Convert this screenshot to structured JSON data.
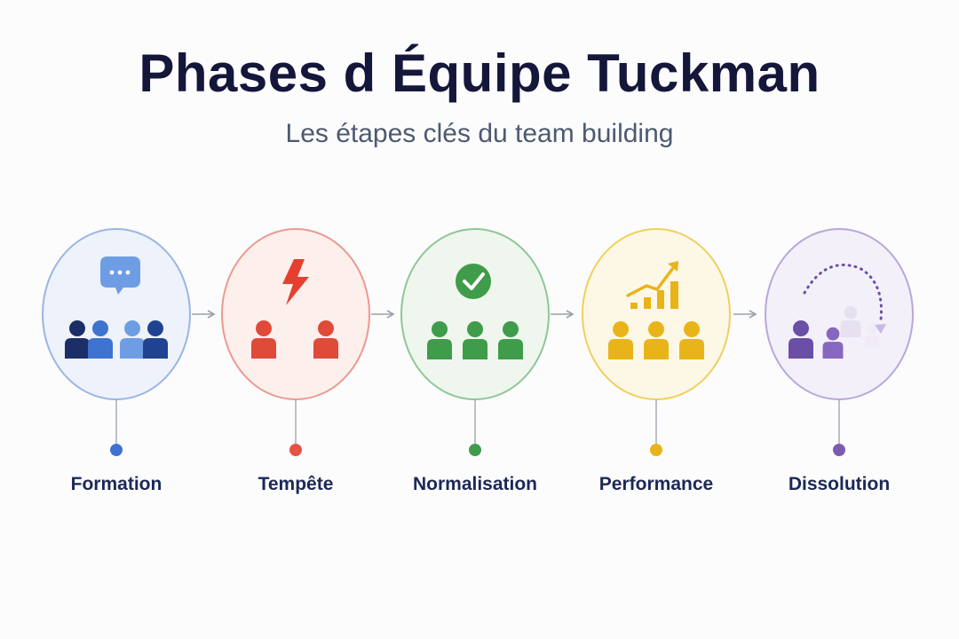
{
  "header": {
    "title": "Phases d Équipe Tuckman",
    "subtitle": "Les étapes clés du team building"
  },
  "stages": [
    {
      "label": "Formation",
      "icon": "speech-bubble-icon",
      "color": "#4a7fd0"
    },
    {
      "label": "Tempête",
      "icon": "lightning-icon",
      "color": "#e25443"
    },
    {
      "label": "Normalisation",
      "icon": "check-circle-icon",
      "color": "#3f9c4b"
    },
    {
      "label": "Performance",
      "icon": "growth-chart-icon",
      "color": "#e8b41a"
    },
    {
      "label": "Dissolution",
      "icon": "dotted-arc-icon",
      "color": "#7b5cb0"
    }
  ]
}
